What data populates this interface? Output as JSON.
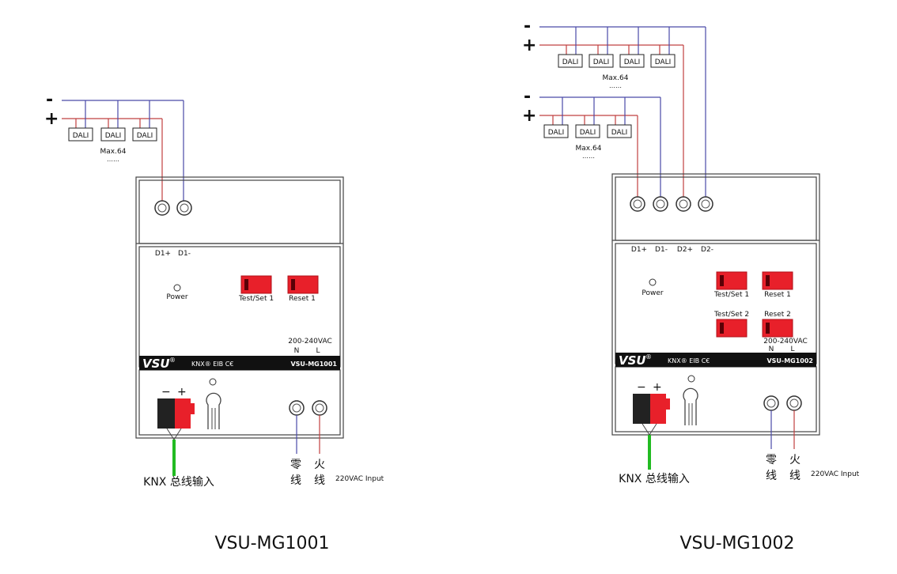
{
  "labels": {
    "minus": "-",
    "plus": "+",
    "dali": "DALI",
    "max": "Max.64",
    "dots": "……",
    "power": "Power",
    "voltage": "200-240VAC",
    "n": "N",
    "l": "L",
    "brand": "VSU",
    "brand_mark": "®",
    "certs": "KNX® EIB C€",
    "knx_minus": "−",
    "knx_plus": "+",
    "knx_input": "KNX 总线输入",
    "neutral_1": "零",
    "neutral_2": "线",
    "live_1": "火",
    "live_2": "线",
    "ac_input": "220VAC  Input"
  },
  "devices": [
    {
      "model_label": "VSU-MG1001",
      "caption": "VSU-MG1001",
      "terminals": [
        "D1+",
        "D1-"
      ],
      "buttons": [
        "Test/Set 1",
        "Reset 1"
      ]
    },
    {
      "model_label": "VSU-MG1002",
      "caption": "VSU-MG1002",
      "terminals": [
        "D1+",
        "D1-",
        "D2+",
        "D2-"
      ],
      "buttons": [
        "Test/Set 1",
        "Reset 1",
        "Test/Set 2",
        "Reset 2"
      ]
    }
  ],
  "colors": {
    "blue_wire": "#4a4aa8",
    "red_wire": "#c04040",
    "button_red": "#e8202a",
    "knx_green": "#22bb22",
    "label_strip": "#111111"
  }
}
